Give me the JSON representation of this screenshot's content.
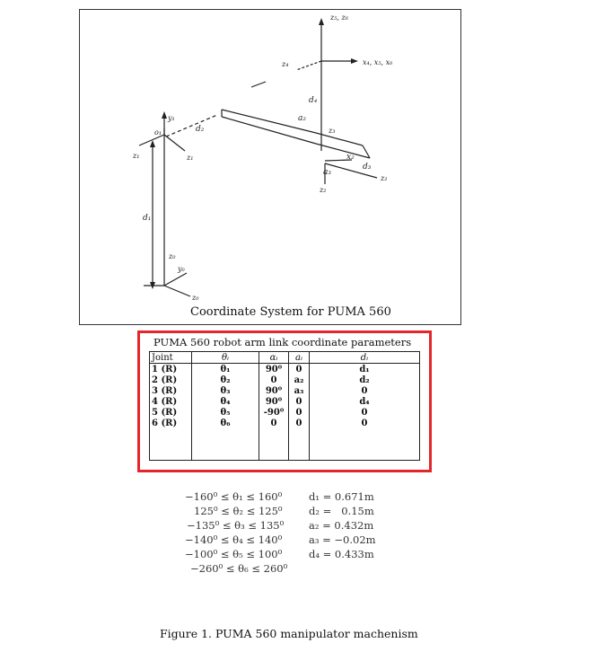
{
  "diagram": {
    "labels": {
      "z5_z6": "z₅, z₆",
      "x4_x5_x6": "x₄, x₅, x₆",
      "z4": "z₄",
      "d4": "d₄",
      "a2": "a₂",
      "z3": "z₃",
      "x2": "x₂",
      "d3": "d₃",
      "a3": "a₃",
      "z2_right": "z₂",
      "z2_bottom": "z₂",
      "y1": "y₁",
      "o1": "o₁",
      "d2": "d₂",
      "z1_left": "z₁",
      "z1_right": "z₁",
      "d1": "d₁",
      "z0_upper": "z₀",
      "y0": "y₀",
      "z0_lower": "z₀"
    },
    "caption": "Coordinate System for PUMA 560"
  },
  "params_table": {
    "title": "PUMA 560 robot arm link coordinate parameters",
    "headers": [
      "Joint",
      "θᵢ",
      "αᵢ",
      "aᵢ",
      "dᵢ"
    ],
    "rows": [
      [
        "1 (R)",
        "θ₁",
        "90⁰",
        "0",
        "d₁"
      ],
      [
        "2 (R)",
        "θ₂",
        "0",
        "a₂",
        "d₂"
      ],
      [
        "3 (R)",
        "θ₃",
        "90⁰",
        "a₃",
        "0"
      ],
      [
        "4 (R)",
        "θ₄",
        "90⁰",
        "0",
        "d₄"
      ],
      [
        "5 (R)",
        "θ₅",
        "-90⁰",
        "0",
        "0"
      ],
      [
        "6 (R)",
        "θ₆",
        "0",
        "0",
        "0"
      ]
    ]
  },
  "joint_limits": [
    "−160⁰ ≤ θ₁ ≤ 160⁰",
    "125⁰ ≤ θ₂ ≤ 125⁰",
    "−135⁰ ≤ θ₃ ≤ 135⁰",
    "−140⁰ ≤ θ₄ ≤ 140⁰",
    "−100⁰ ≤ θ₅ ≤ 100⁰",
    "−260⁰ ≤ θ₆ ≤ 260⁰"
  ],
  "link_values": [
    "d₁ = 0.671m",
    "d₂ =   0.15m",
    "a₂ = 0.432m",
    "a₃ = −0.02m",
    "d₄ = 0.433m"
  ],
  "figure_caption": "Figure 1.  PUMA 560 manipulator machenism"
}
